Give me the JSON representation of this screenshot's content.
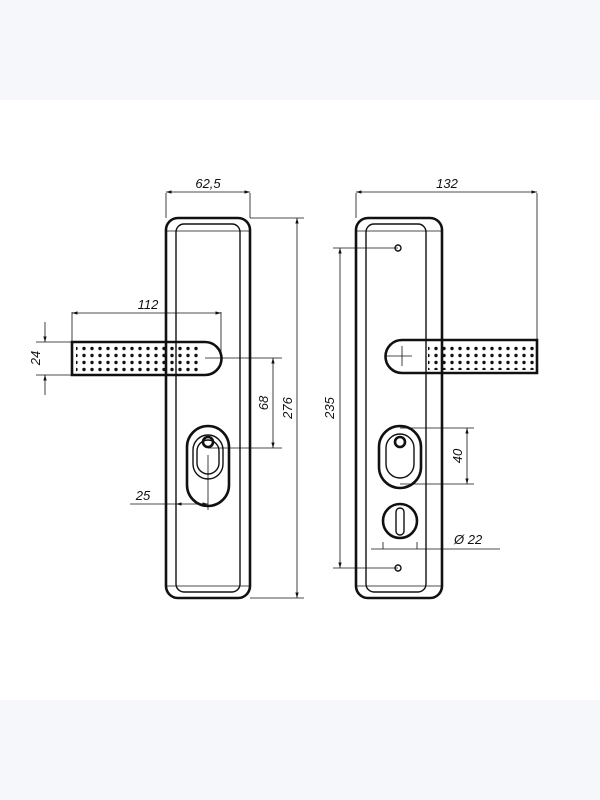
{
  "colors": {
    "background": "#ffffff",
    "band": "#f5f7fb",
    "line": "#111111"
  },
  "dimensions": {
    "front_width": "62,5",
    "lever_length": "112",
    "lever_width": "24",
    "spindle_to_cylinder": "68",
    "total_height": "276",
    "backset": "25",
    "back_width": "132",
    "screw_spacing": "235",
    "cylinder_height": "40",
    "turn_diameter": "Ø 22"
  }
}
